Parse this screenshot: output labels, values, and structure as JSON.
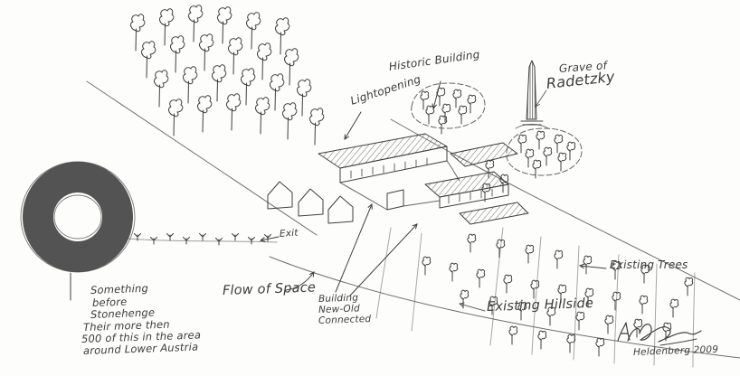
{
  "colors": {
    "ink": "#3f3f3f",
    "paper": "#ffffff"
  },
  "labels": {
    "historic_building": "Historic Building",
    "lightopening": "Lightopening",
    "grave_of": "Grave of",
    "radetzky": "Radetzky",
    "existing_trees": "Existing Trees",
    "existing_hillside": "Existing Hillside",
    "flow_of_space": "Flow of Space",
    "building_new_old_1": "Building",
    "building_new_old_2": "New-Old",
    "building_new_old_3": "Connected",
    "exit": "Exit"
  },
  "note": {
    "lines": [
      "Something",
      "before",
      "Stonehenge",
      "Their more then",
      "500 of this in the area",
      "around Lower Austria"
    ]
  },
  "signature": {
    "place_year": "Heldenberg 2009"
  }
}
